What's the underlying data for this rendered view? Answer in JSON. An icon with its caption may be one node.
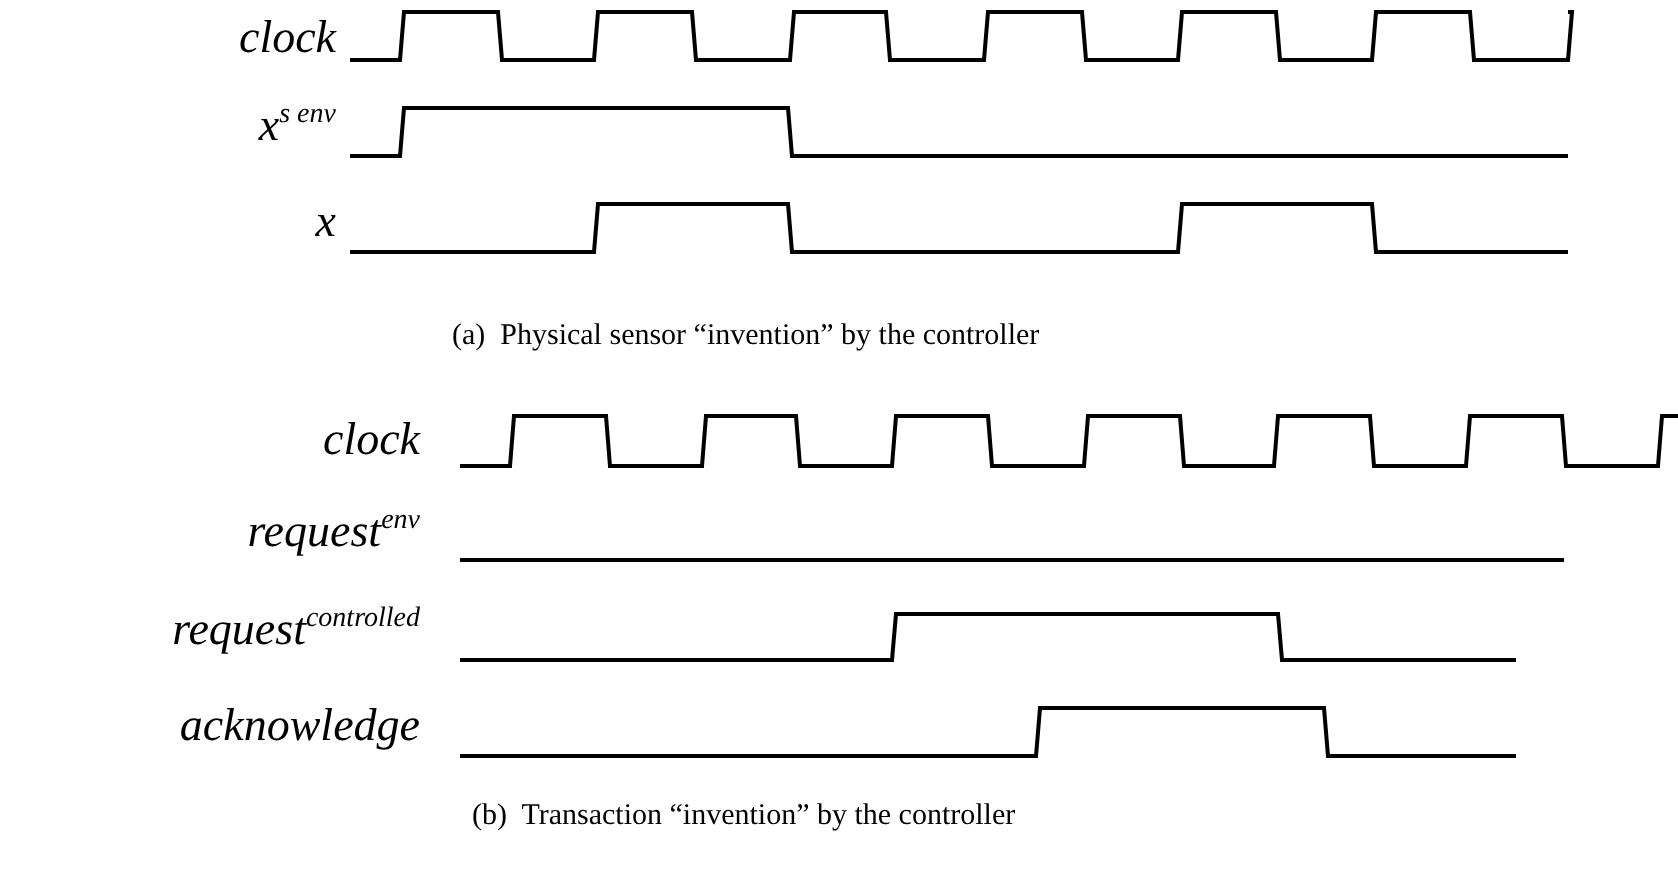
{
  "diagram": {
    "labels": [
      "clock",
      "x$^{s env}$",
      "x",
      "(a)  Physical sensor “invention” by the controller",
      "clock",
      "request$^{env}$",
      "request$^{controlled}$",
      "acknowledge",
      "(b)  Transaction “invention” by the controller"
    ]
  }
}
